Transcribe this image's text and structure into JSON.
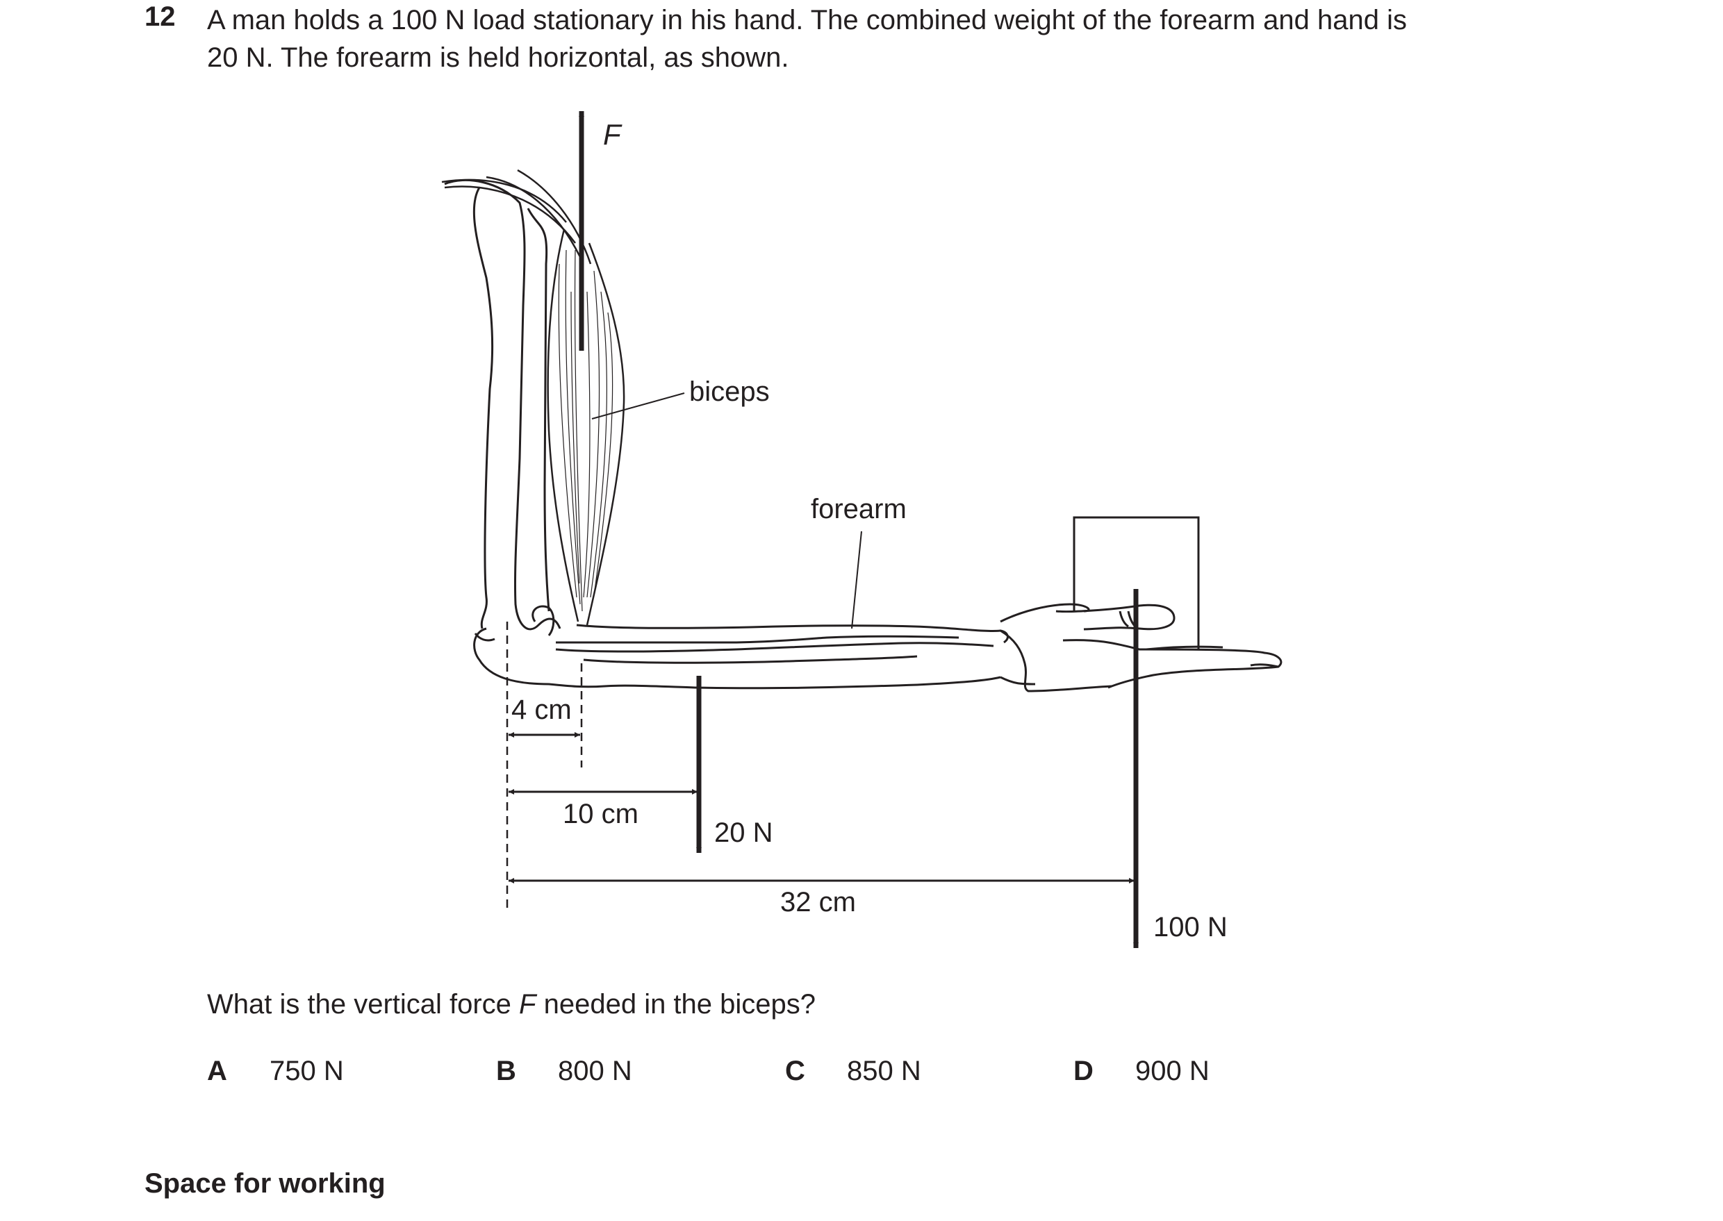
{
  "question": {
    "number": "12",
    "stem_line1": "A man holds a 100 N load stationary in his hand. The combined weight of the forearm and hand is",
    "stem_line2": "20 N. The forearm is held horizontal, as shown.",
    "prompt_before": "What is the vertical force ",
    "prompt_variable": "F",
    "prompt_after": " needed in the biceps?"
  },
  "diagram": {
    "force_label": "F",
    "biceps_label": "biceps",
    "forearm_label": "forearm",
    "dist_biceps": "4 cm",
    "dist_weight": "10 cm",
    "dist_load": "32 cm",
    "weight_force": "20 N",
    "load_force": "100 N",
    "line_color": "#231f20"
  },
  "options": [
    {
      "letter": "A",
      "value": "750 N"
    },
    {
      "letter": "B",
      "value": "800 N"
    },
    {
      "letter": "C",
      "value": "850 N"
    },
    {
      "letter": "D",
      "value": "900 N"
    }
  ],
  "working_label": "Space for working"
}
